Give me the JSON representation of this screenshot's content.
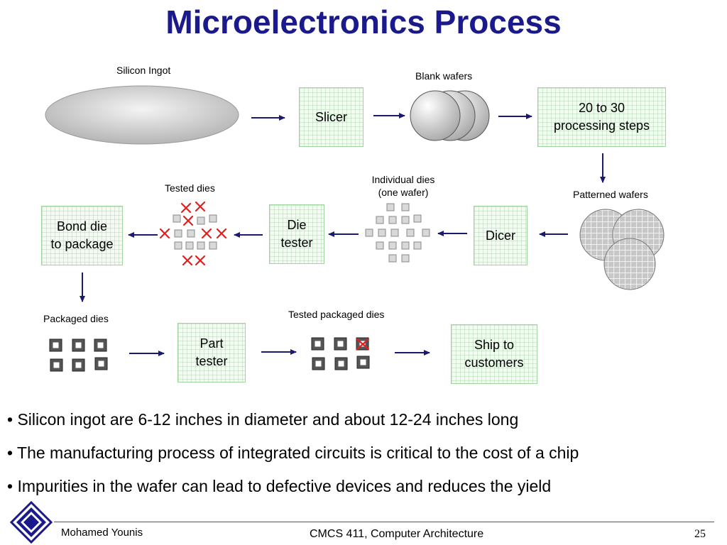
{
  "title": "Microelectronics Process",
  "labels": {
    "silicon_ingot": "Silicon Ingot",
    "blank_wafers": "Blank wafers",
    "patterned_wafers": "Patterned wafers",
    "individual_dies_line1": "Individual dies",
    "individual_dies_line2": "(one wafer)",
    "tested_dies": "Tested dies",
    "packaged_dies": "Packaged dies",
    "tested_packaged_dies": "Tested packaged dies"
  },
  "boxes": {
    "slicer": "Slicer",
    "processing": "20 to 30\nprocessing steps",
    "dicer": "Dicer",
    "die_tester": "Die\ntester",
    "bond_die": "Bond die\nto package",
    "part_tester": "Part\ntester",
    "ship": "Ship to\ncustomers"
  },
  "bullets": [
    "• Silicon ingot are 6-12 inches in diameter and about 12-24 inches long",
    "• The manufacturing process of integrated circuits is critical to the cost of a chip",
    "• Impurities in the wafer can lead to defective devices and reduces the yield"
  ],
  "footer": {
    "author": "Mohamed Younis",
    "course": "CMCS 411, Computer Architecture",
    "page": "25"
  },
  "colors": {
    "title": "#1a1a8c",
    "arrow": "#1a1a70",
    "defect_x": "#e02020",
    "box_border": "#9fd49f"
  }
}
